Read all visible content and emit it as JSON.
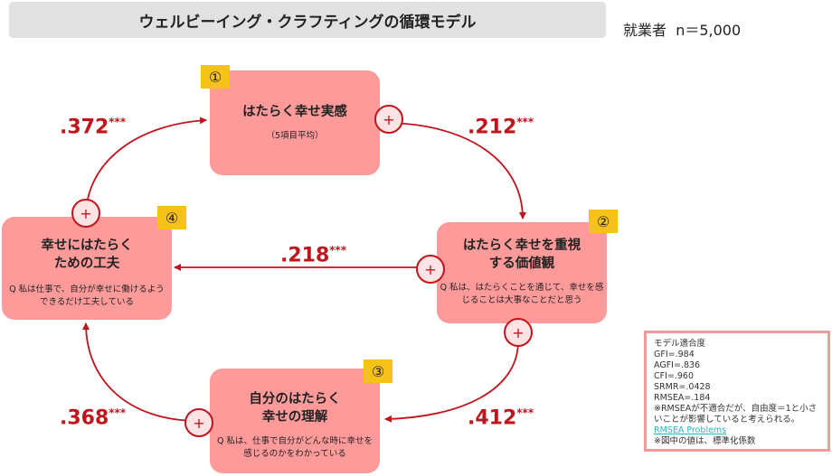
{
  "title": "ウェルビーイング・クラフティングの循環モデル",
  "sample_label": "就業者",
  "sample_size": "n＝5,000",
  "nodes": [
    {
      "badge": "①",
      "title_lines": [
        "はたらく幸せ実感"
      ],
      "sub_lines": [
        "（5項目平均）"
      ]
    },
    {
      "badge": "②",
      "title_lines": [
        "はたらく幸せを重視",
        "する価値観"
      ],
      "sub_lines": [
        "Q 私は、はたらくことを通じて、幸せを感",
        "じることは大事なことだと思う"
      ]
    },
    {
      "badge": "③",
      "title_lines": [
        "自分のはたらく",
        "幸せの理解"
      ],
      "sub_lines": [
        "Q 私は、仕事で自分がどんな時に幸せを",
        "感じるのかをわかっている"
      ]
    },
    {
      "badge": "④",
      "title_lines": [
        "幸せにはたらく",
        "ための工夫"
      ],
      "sub_lines": [
        "Q 私は仕事で、自分が幸せに働けるよう",
        "できるだけ工夫している"
      ]
    }
  ],
  "paths": [
    {
      "from": "④",
      "to": "①",
      "coefficient": ".372",
      "stars": "***",
      "sign": "+"
    },
    {
      "from": "①",
      "to": "②",
      "coefficient": ".212",
      "stars": "***",
      "sign": "+"
    },
    {
      "from": "②",
      "to": "④",
      "coefficient": ".218",
      "stars": "***",
      "sign": "+"
    },
    {
      "from": "②",
      "to": "③",
      "coefficient": ".412",
      "stars": "***",
      "sign": "+"
    },
    {
      "from": "③",
      "to": "④",
      "coefficient": ".368",
      "stars": "***",
      "sign": "+"
    }
  ],
  "fit": {
    "heading": "モデル適合度",
    "lines": [
      "GFI=.984",
      "AGFI=.836",
      "CFI=.960",
      "SRMR=.0428",
      "RMSEA=.184"
    ],
    "note_lines": [
      "※RMSEAが不適合だが、自由度＝1と小さ",
      "いことが影響していると考えられる。"
    ],
    "link": "RMSEA Problems",
    "footnote": "※図中の値は、標準化係数"
  },
  "colors": {
    "node_fill": "#ff9a9a",
    "accent": "#c0151c",
    "badge": "#f6c21a"
  }
}
